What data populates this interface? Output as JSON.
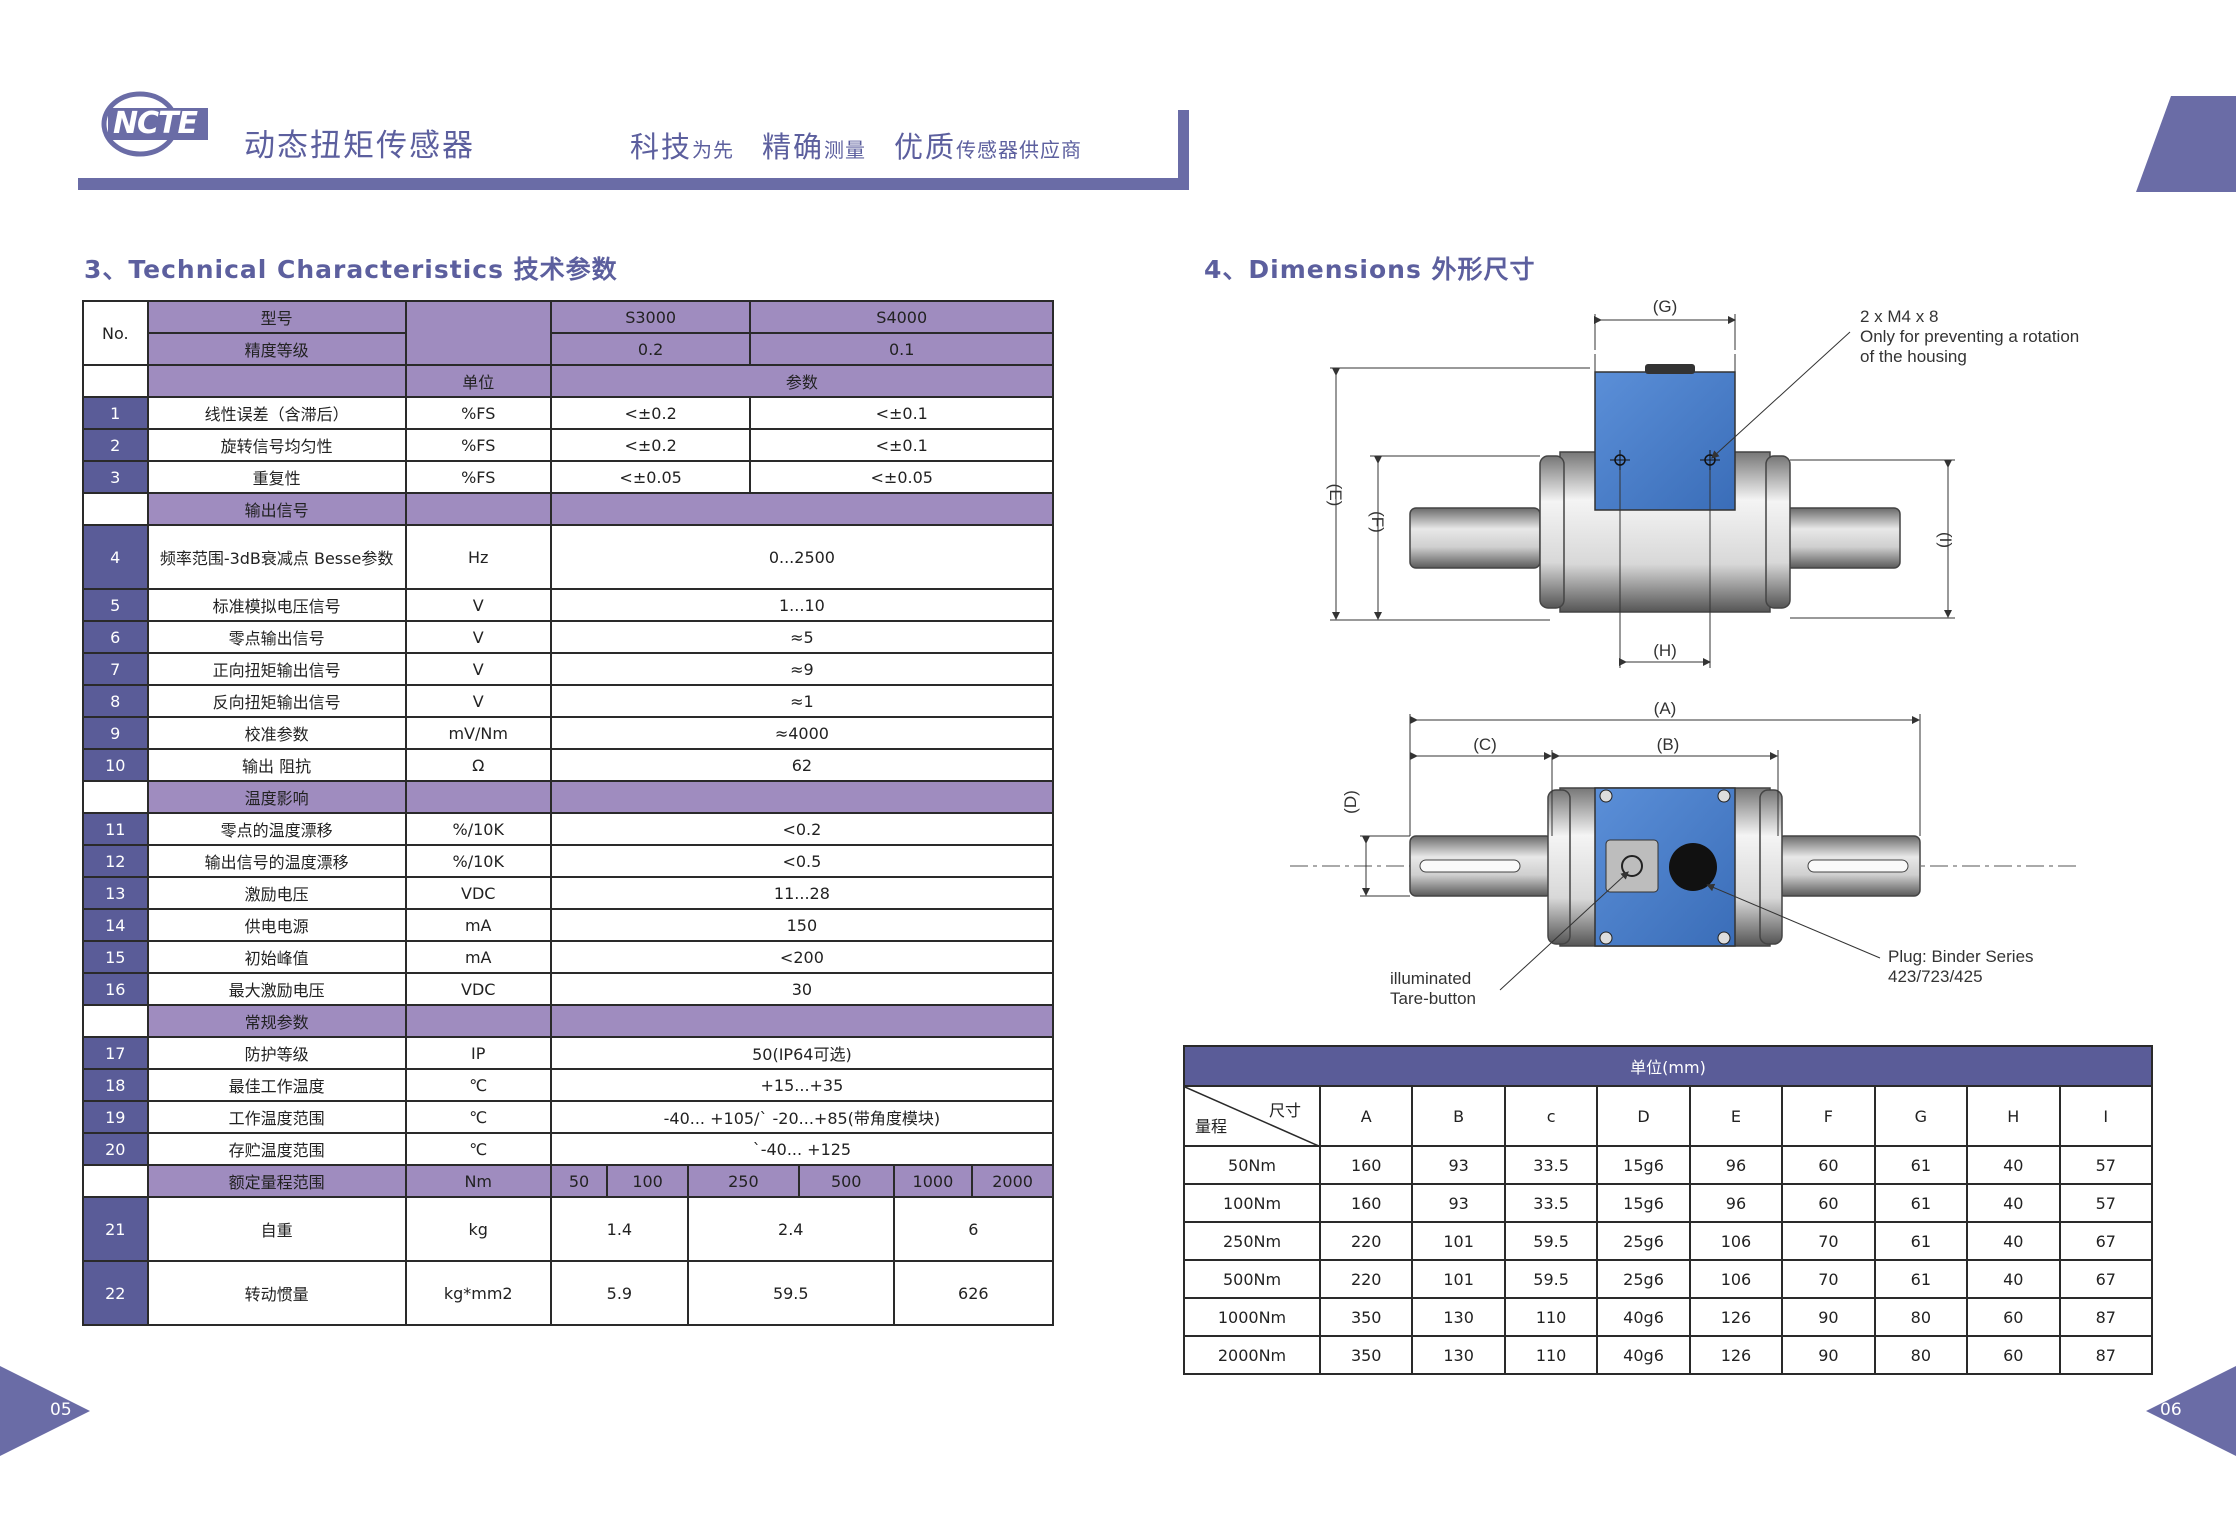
{
  "header": {
    "logo_text": "NCTE",
    "title": "动态扭矩传感器",
    "slogan": [
      {
        "big": "科技",
        "small": "为先"
      },
      {
        "big": "精确",
        "small": "测量"
      },
      {
        "big": "优质",
        "small": "传感器供应商"
      }
    ]
  },
  "colors": {
    "accent": "#5c5f9e",
    "table_head": "#9f8cbf",
    "row_number": "#5a5c98",
    "sensor_blue": "#4a7fc8"
  },
  "sections": {
    "tech": "3、Technical Characteristics 技术参数",
    "dims": "4、Dimensions 外形尺寸"
  },
  "spec": {
    "no_header": "No.",
    "model_label": "型号",
    "accuracy_label": "精度等级",
    "unit_label": "单位",
    "param_label": "参数",
    "models": [
      "S3000",
      "S4000"
    ],
    "accuracy": [
      "0.2",
      "0.1"
    ],
    "rows_a": [
      {
        "no": "1",
        "name": "线性误差（含滞后）",
        "unit": "%FS",
        "v1": "<±0.2",
        "v2": "<±0.1"
      },
      {
        "no": "2",
        "name": "旋转信号均匀性",
        "unit": "%FS",
        "v1": "<±0.2",
        "v2": "<±0.1"
      },
      {
        "no": "3",
        "name": "重复性",
        "unit": "%FS",
        "v1": "<±0.05",
        "v2": "<±0.05"
      }
    ],
    "group_output": "输出信号",
    "row_freq": {
      "no": "4",
      "name": "频率范围-3dB衰减点 Besse参数",
      "unit": "Hz",
      "value": "0...2500"
    },
    "rows_b": [
      {
        "no": "5",
        "name": "标准模拟电压信号",
        "unit": "V",
        "value": "1...10"
      },
      {
        "no": "6",
        "name": "零点输出信号",
        "unit": "V",
        "value": "≈5"
      },
      {
        "no": "7",
        "name": "正向扭矩输出信号",
        "unit": "V",
        "value": "≈9"
      },
      {
        "no": "8",
        "name": "反向扭矩输出信号",
        "unit": "V",
        "value": "≈1"
      },
      {
        "no": "9",
        "name": "校准参数",
        "unit": "mV/Nm",
        "value": "≈4000"
      },
      {
        "no": "10",
        "name": "输出 阻抗",
        "unit": "Ω",
        "value": "62"
      }
    ],
    "group_temp": "温度影响",
    "rows_c": [
      {
        "no": "11",
        "name": "零点的温度漂移",
        "unit": "%/10K",
        "value": "<0.2"
      },
      {
        "no": "12",
        "name": "输出信号的温度漂移",
        "unit": "%/10K",
        "value": "<0.5"
      },
      {
        "no": "13",
        "name": "激励电压",
        "unit": "VDC",
        "value": "11...28"
      },
      {
        "no": "14",
        "name": "供电电源",
        "unit": "mA",
        "value": "150"
      },
      {
        "no": "15",
        "name": "初始峰值",
        "unit": "mA",
        "value": "<200"
      },
      {
        "no": "16",
        "name": "最大激励电压",
        "unit": "VDC",
        "value": "30"
      }
    ],
    "group_general": "常规参数",
    "rows_d": [
      {
        "no": "17",
        "name": "防护等级",
        "unit": "IP",
        "value": "50(IP64可选)"
      },
      {
        "no": "18",
        "name": "最佳工作温度",
        "unit": "℃",
        "value": "+15...+35"
      },
      {
        "no": "19",
        "name": "工作温度范围",
        "unit": "℃",
        "value": "-40...   +105/` -20...+85(带角度模块)"
      },
      {
        "no": "20",
        "name": "存贮温度范围",
        "unit": "℃",
        "value": "`-40...   +125"
      }
    ],
    "range_label": "额定量程范围",
    "range_unit": "Nm",
    "ranges": [
      "50",
      "100",
      "250",
      "500",
      "1000",
      "2000"
    ],
    "row_weight": {
      "no": "21",
      "name": "自重",
      "unit": "kg",
      "values": [
        "1.4",
        "2.4",
        "6"
      ]
    },
    "row_inertia": {
      "no": "22",
      "name": "转动惯量",
      "unit": "kg*mm2",
      "values": [
        "5.9",
        "59.5",
        "626"
      ]
    }
  },
  "diagram": {
    "labels": {
      "G": "(G)",
      "E": "(E)",
      "F": "(F)",
      "I": "(I)",
      "H": "(H)",
      "A": "(A)",
      "B": "(B)",
      "C": "(C)",
      "D": "(D)"
    },
    "note_mount": [
      "2 x M4 x 8",
      "Only for preventing a rotation",
      "of the housing"
    ],
    "note_tare": [
      "illuminated",
      "Tare-button"
    ],
    "note_plug": [
      "Plug: Binder Series",
      "423/723/425"
    ]
  },
  "dims": {
    "unit_title": "单位(mm)",
    "corner_top": "尺寸",
    "corner_bottom": "量程",
    "columns": [
      "A",
      "B",
      "c",
      "D",
      "E",
      "F",
      "G",
      "H",
      "I"
    ],
    "rows": [
      {
        "range": "50Nm",
        "v": [
          "160",
          "93",
          "33.5",
          "15g6",
          "96",
          "60",
          "61",
          "40",
          "57"
        ]
      },
      {
        "range": "100Nm",
        "v": [
          "160",
          "93",
          "33.5",
          "15g6",
          "96",
          "60",
          "61",
          "40",
          "57"
        ]
      },
      {
        "range": "250Nm",
        "v": [
          "220",
          "101",
          "59.5",
          "25g6",
          "106",
          "70",
          "61",
          "40",
          "67"
        ]
      },
      {
        "range": "500Nm",
        "v": [
          "220",
          "101",
          "59.5",
          "25g6",
          "106",
          "70",
          "61",
          "40",
          "67"
        ]
      },
      {
        "range": "1000Nm",
        "v": [
          "350",
          "130",
          "110",
          "40g6",
          "126",
          "90",
          "80",
          "60",
          "87"
        ]
      },
      {
        "range": "2000Nm",
        "v": [
          "350",
          "130",
          "110",
          "40g6",
          "126",
          "90",
          "80",
          "60",
          "87"
        ]
      }
    ]
  },
  "footer": {
    "page_left": "05",
    "page_right": "06"
  }
}
